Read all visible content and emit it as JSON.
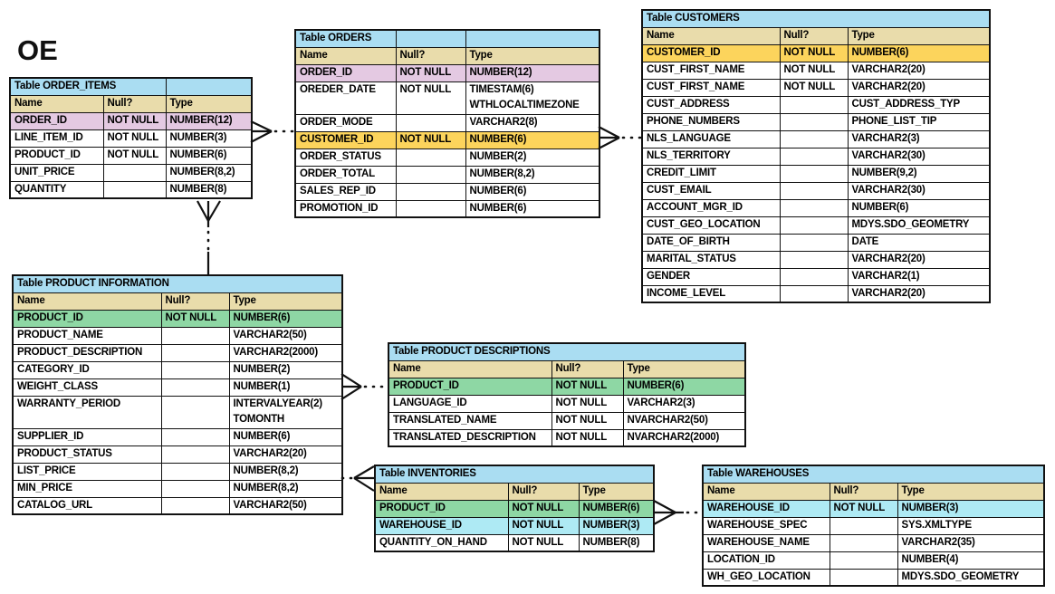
{
  "schema": {
    "label": "OE"
  },
  "colors": {
    "header_blue": "#aaddf2",
    "header_tan": "#e9dcab",
    "pink": "#e4c9e2",
    "yellow": "#fcd45c",
    "green": "#8ed7a4",
    "cyan": "#aeeaf4"
  },
  "tables": {
    "order_items": {
      "title": "Table ORDER_ITEMS",
      "columns": [
        "Name",
        "Null?",
        "Type"
      ],
      "rows": [
        {
          "name": "ORDER_ID",
          "nullable": "NOT NULL",
          "type": "NUMBER(12)",
          "highlight": "pink"
        },
        {
          "name": "LINE_ITEM_ID",
          "nullable": "NOT NULL",
          "type": "NUMBER(3)"
        },
        {
          "name": "PRODUCT_ID",
          "nullable": "NOT NULL",
          "type": "NUMBER(6)"
        },
        {
          "name": "UNIT_PRICE",
          "nullable": "",
          "type": "NUMBER(8,2)"
        },
        {
          "name": "QUANTITY",
          "nullable": "",
          "type": "NUMBER(8)"
        }
      ]
    },
    "orders": {
      "title": "Table ORDERS",
      "columns": [
        "Name",
        "Null?",
        "Type"
      ],
      "rows": [
        {
          "name": "ORDER_ID",
          "nullable": "NOT NULL",
          "type": "NUMBER(12)",
          "highlight": "pink"
        },
        {
          "name": "OREDER_DATE",
          "nullable": "NOT NULL",
          "type": "TIMESTAM(6)\nWTHLOCALTIMEZONE"
        },
        {
          "name": "ORDER_MODE",
          "nullable": "",
          "type": "VARCHAR2(8)"
        },
        {
          "name": "CUSTOMER_ID",
          "nullable": "NOT NULL",
          "type": "NUMBER(6)",
          "highlight": "yellow"
        },
        {
          "name": "ORDER_STATUS",
          "nullable": "",
          "type": "NUMBER(2)"
        },
        {
          "name": "ORDER_TOTAL",
          "nullable": "",
          "type": "NUMBER(8,2)"
        },
        {
          "name": "SALES_REP_ID",
          "nullable": "",
          "type": "NUMBER(6)"
        },
        {
          "name": "PROMOTION_ID",
          "nullable": "",
          "type": "NUMBER(6)"
        }
      ]
    },
    "customers": {
      "title": "Table CUSTOMERS",
      "columns": [
        "Name",
        "Null?",
        "Type"
      ],
      "rows": [
        {
          "name": "CUSTOMER_ID",
          "nullable": "NOT NULL",
          "type": "NUMBER(6)",
          "highlight": "yellow"
        },
        {
          "name": "CUST_FIRST_NAME",
          "nullable": "NOT NULL",
          "type": "VARCHAR2(20)"
        },
        {
          "name": "CUST_FIRST_NAME",
          "nullable": "NOT NULL",
          "type": "VARCHAR2(20)"
        },
        {
          "name": "CUST_ADDRESS",
          "nullable": "",
          "type": "CUST_ADDRESS_TYP"
        },
        {
          "name": "PHONE_NUMBERS",
          "nullable": "",
          "type": "PHONE_LIST_TIP"
        },
        {
          "name": "NLS_LANGUAGE",
          "nullable": "",
          "type": "VARCHAR2(3)"
        },
        {
          "name": "NLS_TERRITORY",
          "nullable": "",
          "type": "VARCHAR2(30)"
        },
        {
          "name": "CREDIT_LIMIT",
          "nullable": "",
          "type": "NUMBER(9,2)"
        },
        {
          "name": "CUST_EMAIL",
          "nullable": "",
          "type": "VARCHAR2(30)"
        },
        {
          "name": "ACCOUNT_MGR_ID",
          "nullable": "",
          "type": "NUMBER(6)"
        },
        {
          "name": "CUST_GEO_LOCATION",
          "nullable": "",
          "type": "MDYS.SDO_GEOMETRY"
        },
        {
          "name": "DATE_OF_BIRTH",
          "nullable": "",
          "type": "DATE"
        },
        {
          "name": "MARITAL_STATUS",
          "nullable": "",
          "type": "VARCHAR2(20)"
        },
        {
          "name": "GENDER",
          "nullable": "",
          "type": "VARCHAR2(1)"
        },
        {
          "name": "INCOME_LEVEL",
          "nullable": "",
          "type": "VARCHAR2(20)"
        }
      ]
    },
    "product_information": {
      "title": "Table PRODUCT INFORMATION",
      "columns": [
        "Name",
        "Null?",
        "Type"
      ],
      "rows": [
        {
          "name": "PRODUCT_ID",
          "nullable": "NOT NULL",
          "type": "NUMBER(6)",
          "highlight": "green"
        },
        {
          "name": "PRODUCT_NAME",
          "nullable": "",
          "type": "VARCHAR2(50)"
        },
        {
          "name": "PRODUCT_DESCRIPTION",
          "nullable": "",
          "type": "VARCHAR2(2000)"
        },
        {
          "name": "CATEGORY_ID",
          "nullable": "",
          "type": "NUMBER(2)"
        },
        {
          "name": "WEIGHT_CLASS",
          "nullable": "",
          "type": "NUMBER(1)"
        },
        {
          "name": "WARRANTY_PERIOD",
          "nullable": "",
          "type": "INTERVALYEAR(2)\nTOMONTH"
        },
        {
          "name": "SUPPLIER_ID",
          "nullable": "",
          "type": "NUMBER(6)"
        },
        {
          "name": "PRODUCT_STATUS",
          "nullable": "",
          "type": "VARCHAR2(20)"
        },
        {
          "name": "LIST_PRICE",
          "nullable": "",
          "type": "NUMBER(8,2)"
        },
        {
          "name": "MIN_PRICE",
          "nullable": "",
          "type": "NUMBER(8,2)"
        },
        {
          "name": "CATALOG_URL",
          "nullable": "",
          "type": "VARCHAR2(50)"
        }
      ]
    },
    "product_descriptions": {
      "title": "Table PRODUCT DESCRIPTIONS",
      "columns": [
        "Name",
        "Null?",
        "Type"
      ],
      "rows": [
        {
          "name": "PRODUCT_ID",
          "nullable": "NOT NULL",
          "type": "NUMBER(6)",
          "highlight": "green"
        },
        {
          "name": "LANGUAGE_ID",
          "nullable": "NOT NULL",
          "type": "VARCHAR2(3)"
        },
        {
          "name": "TRANSLATED_NAME",
          "nullable": "NOT NULL",
          "type": "NVARCHAR2(50)"
        },
        {
          "name": "TRANSLATED_DESCRIPTION",
          "nullable": "NOT NULL",
          "type": "NVARCHAR2(2000)"
        }
      ]
    },
    "inventories": {
      "title": "Table INVENTORIES",
      "columns": [
        "Name",
        "Null?",
        "Type"
      ],
      "rows": [
        {
          "name": "PRODUCT_ID",
          "nullable": "NOT NULL",
          "type": "NUMBER(6)",
          "highlight": "green"
        },
        {
          "name": "WAREHOUSE_ID",
          "nullable": "NOT NULL",
          "type": "NUMBER(3)",
          "highlight": "cyan"
        },
        {
          "name": "QUANTITY_ON_HAND",
          "nullable": "NOT NULL",
          "type": "NUMBER(8)"
        }
      ]
    },
    "warehouses": {
      "title": "Table WAREHOUSES",
      "columns": [
        "Name",
        "Null?",
        "Type"
      ],
      "rows": [
        {
          "name": "WAREHOUSE_ID",
          "nullable": "NOT NULL",
          "type": "NUMBER(3)",
          "highlight": "cyan"
        },
        {
          "name": "WAREHOUSE_SPEC",
          "nullable": "",
          "type": "SYS.XMLTYPE"
        },
        {
          "name": "WAREHOUSE_NAME",
          "nullable": "",
          "type": "VARCHAR2(35)"
        },
        {
          "name": "LOCATION_ID",
          "nullable": "",
          "type": "NUMBER(4)"
        },
        {
          "name": "WH_GEO_LOCATION",
          "nullable": "",
          "type": "MDYS.SDO_GEOMETRY"
        }
      ]
    }
  },
  "relationships": [
    {
      "from": "ORDER_ITEMS",
      "to": "ORDERS",
      "style": "dotted, crow-foot at ORDER_ITEMS"
    },
    {
      "from": "ORDERS",
      "to": "CUSTOMERS",
      "style": "dotted, crow-foot at ORDERS"
    },
    {
      "from": "ORDER_ITEMS",
      "to": "PRODUCT INFORMATION",
      "style": "dotted vertical, crow-foot at ORDER_ITEMS"
    },
    {
      "from": "PRODUCT INFORMATION",
      "to": "PRODUCT DESCRIPTIONS",
      "style": "dotted, crow-foot at PRODUCT INFORMATION"
    },
    {
      "from": "PRODUCT INFORMATION",
      "to": "INVENTORIES",
      "style": "dotted, crow-foot at INVENTORIES"
    },
    {
      "from": "INVENTORIES",
      "to": "WAREHOUSES",
      "style": "dotted, crow-foot at INVENTORIES"
    }
  ]
}
